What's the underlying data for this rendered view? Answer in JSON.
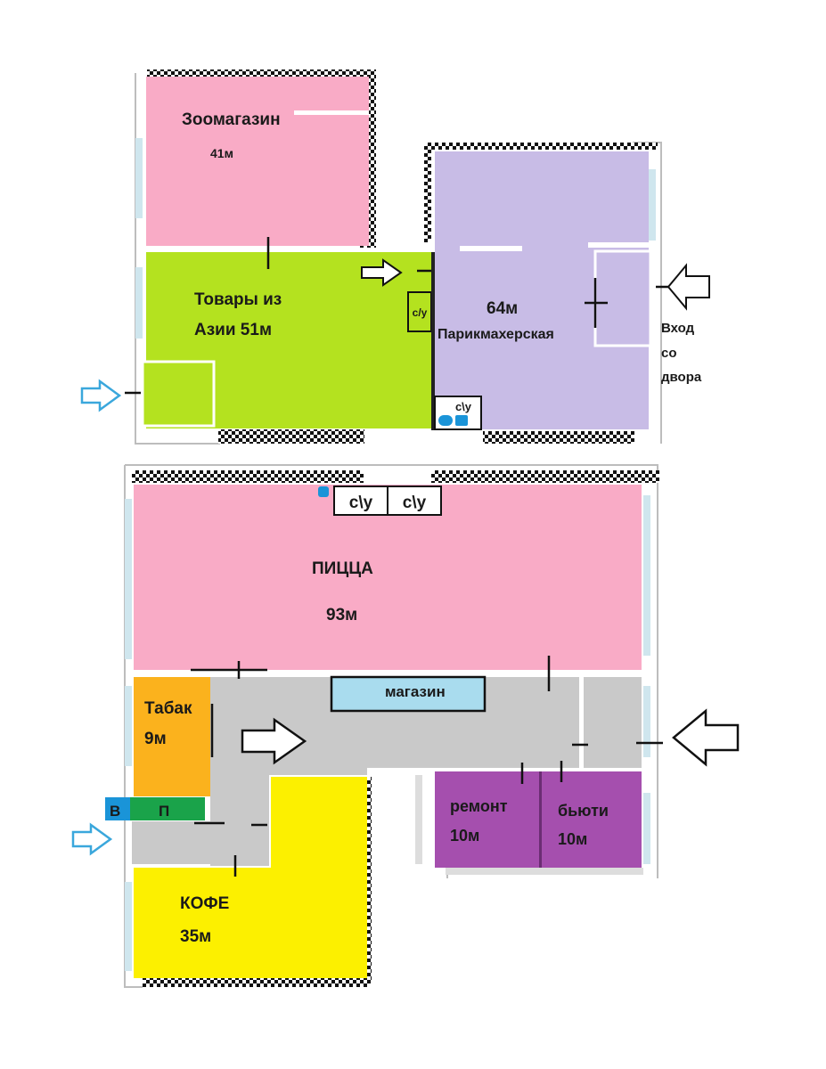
{
  "colors": {
    "zoo": "#f9abc6",
    "asia": "#b4e21f",
    "salon": "#c8bce6",
    "pizza": "#f9abc6",
    "hall": "#c9c9c9",
    "shop": "#a9dcee",
    "tabak": "#fbb21d",
    "coffee": "#fcf000",
    "repair": "#a54fae",
    "beauty": "#a54fae",
    "vp_blue": "#1a94d8",
    "vp_green": "#1aa34a",
    "window": "#cfe6ee",
    "entry_arrow": "#3aa7dc"
  },
  "rooms": {
    "zoo": {
      "name": "Зоомагазин",
      "area": "41м"
    },
    "asia": {
      "line1": "Товары из",
      "line2": "Азии  51м"
    },
    "salon": {
      "area": "64м",
      "name": "Парикмахерская"
    },
    "wc_small": "с/у",
    "wc_salon": "с\\у",
    "courtyard": {
      "line1": "Вход",
      "line2": "со",
      "line3": "двора"
    },
    "wc1": "с\\у",
    "wc2": "с\\у",
    "pizza": {
      "name": "ПИЦЦА",
      "area": "93м"
    },
    "shop": "магазин",
    "tabak": {
      "name": "Табак",
      "area": "9м"
    },
    "vp_b": "В",
    "vp_p": "П",
    "repair": {
      "name": "ремонт",
      "area": "10м"
    },
    "beauty": {
      "name": "бьюти",
      "area": "10м"
    },
    "coffee": {
      "name": "КОФЕ",
      "area": "35м"
    }
  },
  "icons": {
    "entry_left_top": "arrow-right-icon",
    "entry_left_bottom": "arrow-right-icon",
    "entry_right_top": "arrow-left-icon",
    "entry_right_bottom": "arrow-left-icon",
    "inner_top": "arrow-right-icon",
    "inner_bottom": "arrow-right-icon"
  }
}
